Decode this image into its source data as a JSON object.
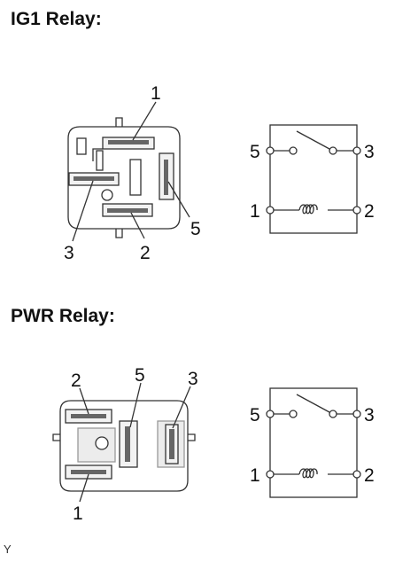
{
  "ig1": {
    "title": "IG1 Relay:",
    "connector_labels": {
      "t1": "1",
      "t2": "2",
      "t3": "3",
      "t5": "5"
    },
    "schematic_labels": {
      "s5": "5",
      "s3": "3",
      "s1": "1",
      "s2": "2"
    }
  },
  "pwr": {
    "title": "PWR Relay:",
    "connector_labels": {
      "t1": "1",
      "t2": "2",
      "t3": "3",
      "t5": "5"
    },
    "schematic_labels": {
      "s5": "5",
      "s3": "3",
      "s1": "1",
      "s2": "2"
    }
  },
  "footer": {
    "code": "Y"
  }
}
